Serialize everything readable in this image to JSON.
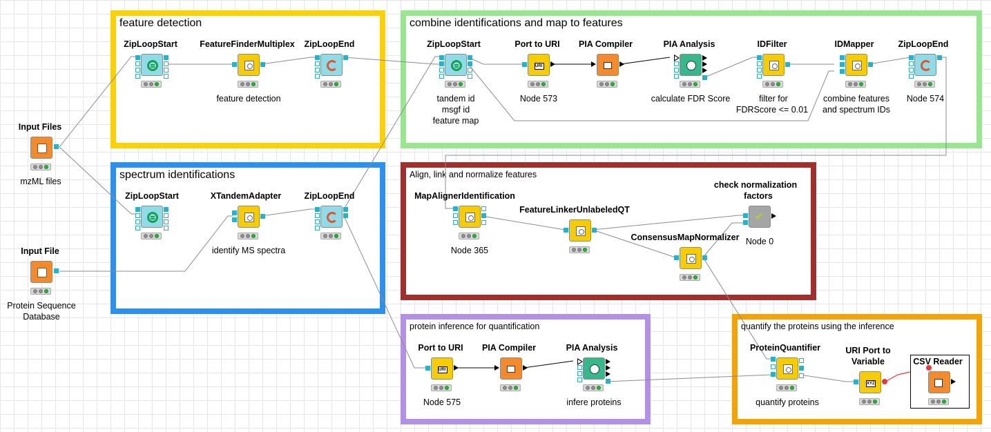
{
  "annotations": {
    "feature_detection": "feature detection",
    "combine": "combine identifications and map to features",
    "spectrum_ids": "spectrum identifications",
    "align": "Align, link and normalize features",
    "protein_inference": "protein inference for quantification",
    "quantify": "quantify the proteins using the inference"
  },
  "nodes": {
    "input_files": {
      "title": "Input Files",
      "label": "mzML files"
    },
    "input_file": {
      "title": "Input File",
      "label1": "Protein Sequence",
      "label2": "Database"
    },
    "fd_zipstart": {
      "title": "ZipLoopStart"
    },
    "featurefinder": {
      "title": "FeatureFinderMultiplex",
      "label": "feature detection"
    },
    "fd_zipend": {
      "title": "ZipLoopEnd"
    },
    "si_zipstart": {
      "title": "ZipLoopStart"
    },
    "xtandem": {
      "title": "XTandemAdapter",
      "label": "identify MS spectra"
    },
    "si_zipend": {
      "title": "ZipLoopEnd"
    },
    "cb_zipstart": {
      "title": "ZipLoopStart",
      "label1": "tandem id",
      "label2": "msgf id",
      "label3": "feature map"
    },
    "port_uri_573": {
      "title": "Port to URI",
      "label": "Node 573"
    },
    "pia_compiler_1": {
      "title": "PIA Compiler"
    },
    "pia_analysis_1": {
      "title": "PIA Analysis",
      "label": "calculate FDR Score"
    },
    "idfilter": {
      "title": "IDFilter",
      "label1": "filter for",
      "label2": "FDRScore <= 0.01"
    },
    "idmapper": {
      "title": "IDMapper",
      "label1": "combine features",
      "label2": "and spectrum IDs"
    },
    "cb_zipend": {
      "title": "ZipLoopEnd",
      "label": "Node 574"
    },
    "mapaligner": {
      "title": "MapAlignerIdentification",
      "label": "Node 365"
    },
    "featurelinker": {
      "title": "FeatureLinkerUnlabeledQT"
    },
    "consensus": {
      "title": "ConsensusMapNormalizer"
    },
    "check_norm": {
      "title1": "check normalization",
      "title2": "factors",
      "label": "Node 0"
    },
    "port_uri_575": {
      "title": "Port to URI",
      "label": "Node 575"
    },
    "pia_compiler_2": {
      "title": "PIA Compiler"
    },
    "pia_analysis_2": {
      "title": "PIA Analysis",
      "label": "infere proteins"
    },
    "protein_quant": {
      "title": "ProteinQuantifier",
      "label": "quantify proteins"
    },
    "uri_port_var": {
      "title1": "URI Port to",
      "title2": "Variable"
    },
    "csv_reader": {
      "title": "CSV Reader"
    }
  },
  "icons": {
    "uri": "URI",
    "xyz": "XYZ"
  },
  "colors": {
    "feature_detection": "#fdd000",
    "combine": "#98e68f",
    "spectrum_ids": "#2a90f2",
    "align": "#a32e2e",
    "protein_inference": "#b48fe8",
    "quantify": "#f5a300"
  }
}
